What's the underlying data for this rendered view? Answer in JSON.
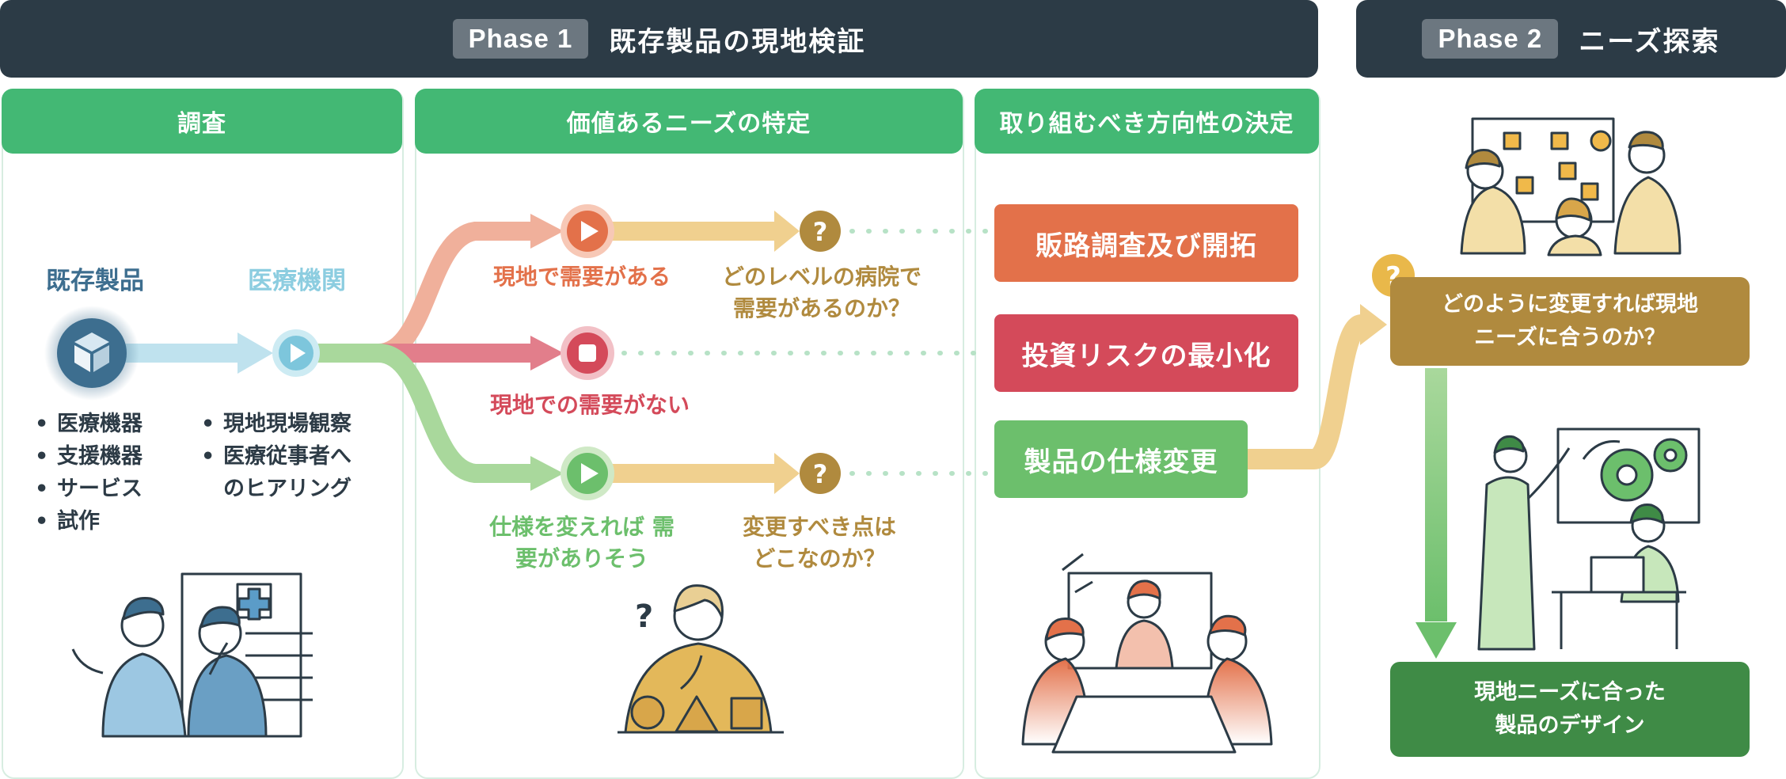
{
  "phase1": {
    "tag": "Phase 1",
    "title": "既存製品の現地検証"
  },
  "phase2": {
    "tag": "Phase 2",
    "title": "ニーズ探索"
  },
  "columns": {
    "survey": "調査",
    "needs": "価値あるニーズの特定",
    "direction": "取り組むべき方向性の決定"
  },
  "survey": {
    "source_label": "既存製品",
    "target_label": "医療機関",
    "products": [
      "医療機器",
      "支援機器",
      "サービス",
      "試作"
    ],
    "methods": [
      "現地現場観察",
      "医療従事者へ",
      "のヒアリング"
    ]
  },
  "needs": {
    "demand_yes": "現地で需要がある",
    "demand_yes_question": [
      "どのレベルの病院で",
      "需要があるのか？"
    ],
    "demand_no": "現地での需要がない",
    "spec_change": [
      "仕様を変えれば 需",
      "要がありそう"
    ],
    "spec_question": [
      "変更すべき点は",
      "どこなのか？"
    ]
  },
  "direction": {
    "sales": "販路調査及び開拓",
    "risk": "投資リスクの最小化",
    "spec": "製品の仕様変更"
  },
  "phase2_content": {
    "question": [
      "どのように変更すれば現地",
      "ニーズに合うのか？"
    ],
    "result": [
      "現地ニーズに合った",
      "製品のデザイン"
    ]
  },
  "colors": {
    "dark": "#2c3b46",
    "green": "#43b874",
    "orange": "#e3714a",
    "red": "#d44a5a",
    "light_green": "#6cbf6c",
    "gold": "#b08a3e",
    "dark_green": "#3f8b46",
    "blue": "#3d6e8f"
  },
  "icons": [
    "cube-icon",
    "play-icon",
    "stop-icon",
    "question-icon"
  ]
}
